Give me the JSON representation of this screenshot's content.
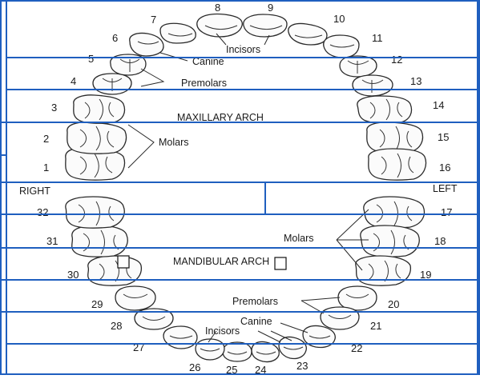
{
  "diagram": {
    "labels": {
      "incisors_upper": "Incisors",
      "canine_upper": "Canine",
      "premolars_upper": "Premolars",
      "maxillary_arch": "MAXILLARY ARCH",
      "molars_upper": "Molars",
      "right": "RIGHT",
      "left": "LEFT",
      "molars_lower": "Molars",
      "mandibular_arch": "MANDIBULAR ARCH",
      "premolars_lower": "Premolars",
      "canine_lower": "Canine",
      "incisors_lower": "Incisors"
    },
    "tooth_numbers": {
      "t1": "1",
      "t2": "2",
      "t3": "3",
      "t4": "4",
      "t5": "5",
      "t6": "6",
      "t7": "7",
      "t8": "8",
      "t9": "9",
      "t10": "10",
      "t11": "11",
      "t12": "12",
      "t13": "13",
      "t14": "14",
      "t15": "15",
      "t16": "16",
      "t17": "17",
      "t18": "18",
      "t19": "19",
      "t20": "20",
      "t21": "21",
      "t22": "22",
      "t23": "23",
      "t24": "24",
      "t25": "25",
      "t26": "26",
      "t27": "27",
      "t28": "28",
      "t29": "29",
      "t30": "30",
      "t31": "31",
      "t32": "32"
    },
    "colors": {
      "grid_line": "#1f5fbf",
      "tooth_outline": "#2a2a2a",
      "text": "#1a1a1a"
    }
  }
}
